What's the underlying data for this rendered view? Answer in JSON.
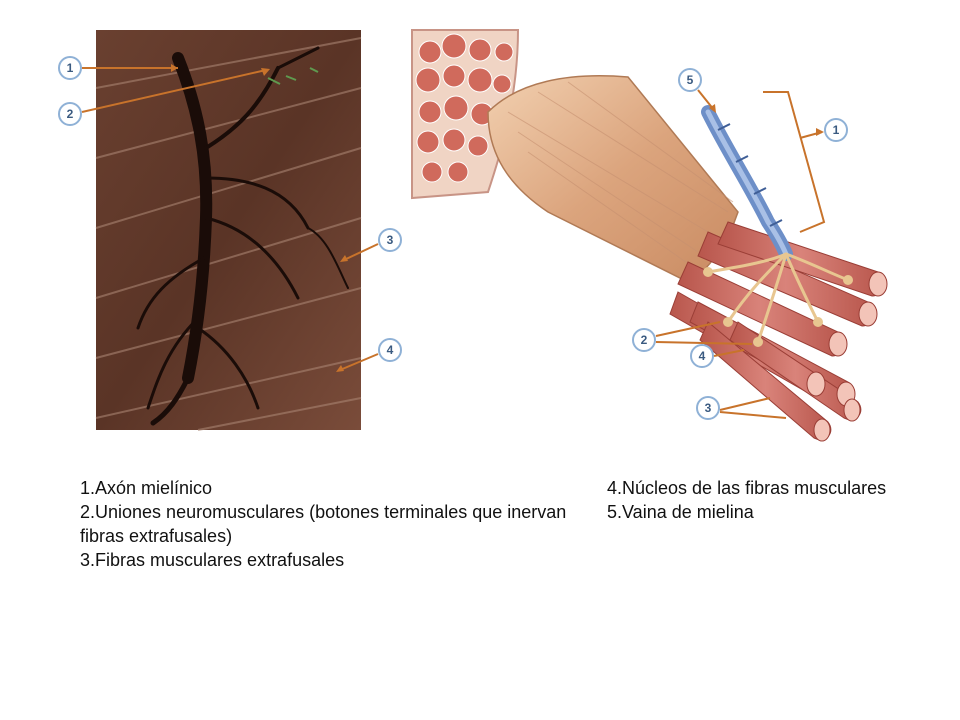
{
  "figure": {
    "left_callouts": [
      "1",
      "2",
      "3",
      "4"
    ],
    "right_callouts": [
      "5",
      "1",
      "2",
      "4",
      "3"
    ],
    "colors": {
      "callout_ring": "#8fb1d6",
      "callout_fill": "#ffffff",
      "arrow": "#c8732b",
      "micrograph_bg": "#5a3426",
      "nerve": "#1a0c08",
      "muscle_fiber": "#c96a5e",
      "perimysium": "#e3b592",
      "myelin": "#6d8fc8"
    }
  },
  "legend": {
    "left": [
      "1.Axón mielínico",
      "2.Uniones neuromusculares (botones terminales que inervan fibras extrafusales)",
      "3.Fibras musculares extrafusales"
    ],
    "right": [
      "4.Núcleos de las fibras musculares",
      "5.Vaina de mielina"
    ]
  }
}
